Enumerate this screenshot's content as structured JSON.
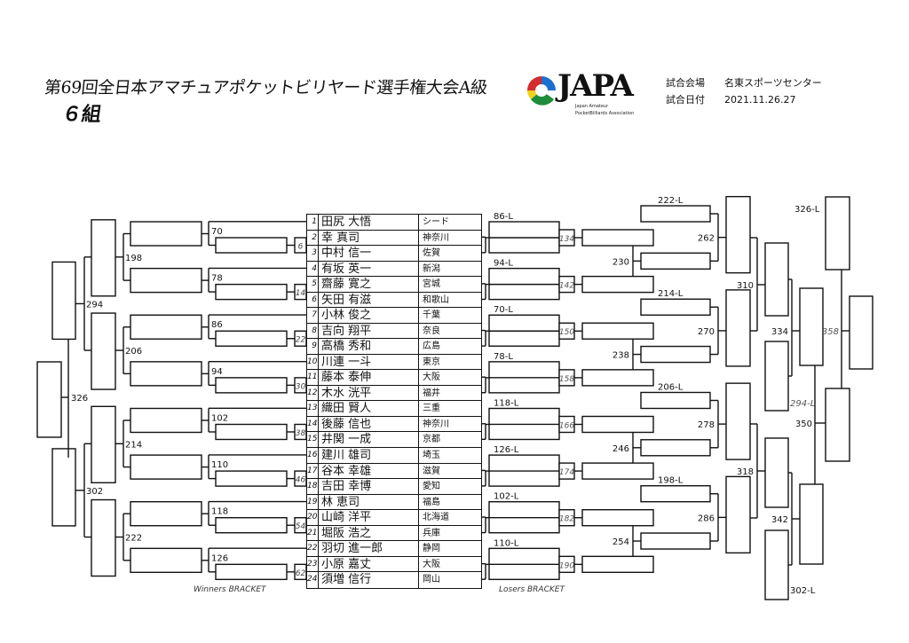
{
  "header": {
    "title": "第69回全日本アマチュアポケットビリヤード選手権大会A級",
    "group": "６組",
    "logo": {
      "name": "JAPA",
      "sub1": "Japan Amateur",
      "sub2": "PocketBilliards Association"
    },
    "venue_label": "試合会場",
    "venue": "名東スポーツセンター",
    "date_label": "試合日付",
    "date": "2021.11.26.27"
  },
  "players": [
    {
      "no": "1",
      "name": "田尻 大悟",
      "pref": "シード"
    },
    {
      "no": "2",
      "name": "幸 真司",
      "pref": "神奈川"
    },
    {
      "no": "3",
      "name": "中村 信一",
      "pref": "佐賀"
    },
    {
      "no": "4",
      "name": "有坂 英一",
      "pref": "新潟"
    },
    {
      "no": "5",
      "name": "齋藤 寛之",
      "pref": "宮城"
    },
    {
      "no": "6",
      "name": "矢田 有滋",
      "pref": "和歌山"
    },
    {
      "no": "7",
      "name": "小林 俊之",
      "pref": "千葉"
    },
    {
      "no": "8",
      "name": "吉向 翔平",
      "pref": "奈良"
    },
    {
      "no": "9",
      "name": "高橋 秀和",
      "pref": "広島"
    },
    {
      "no": "10",
      "name": "川連 一斗",
      "pref": "東京"
    },
    {
      "no": "11",
      "name": "藤本 泰伸",
      "pref": "大阪"
    },
    {
      "no": "12",
      "name": "木水 洸平",
      "pref": "福井"
    },
    {
      "no": "13",
      "name": "織田 賢人",
      "pref": "三重"
    },
    {
      "no": "14",
      "name": "後藤 信也",
      "pref": "神奈川"
    },
    {
      "no": "15",
      "name": "井関 一成",
      "pref": "京都"
    },
    {
      "no": "16",
      "name": "建川 雄司",
      "pref": "埼玉"
    },
    {
      "no": "17",
      "name": "谷本 幸雄",
      "pref": "滋賀"
    },
    {
      "no": "18",
      "name": "吉田 幸博",
      "pref": "愛知"
    },
    {
      "no": "19",
      "name": "林 恵司",
      "pref": "福島"
    },
    {
      "no": "20",
      "name": "山崎 洋平",
      "pref": "北海道"
    },
    {
      "no": "21",
      "name": "堀阪 浩之",
      "pref": "兵庫"
    },
    {
      "no": "22",
      "name": "羽切 進一郎",
      "pref": "静岡"
    },
    {
      "no": "23",
      "name": "小原 嘉丈",
      "pref": "大阪"
    },
    {
      "no": "24",
      "name": "須増 信行",
      "pref": "岡山"
    }
  ],
  "winners": {
    "groups": [
      {
        "first": "6",
        "second": "70"
      },
      {
        "first": "14",
        "second": "78"
      },
      {
        "first": "22",
        "second": "86"
      },
      {
        "first": "30",
        "second": "94"
      },
      {
        "first": "38",
        "second": "102"
      },
      {
        "first": "46",
        "second": "110"
      },
      {
        "first": "54",
        "second": "118"
      },
      {
        "first": "62",
        "second": "126"
      }
    ],
    "round2": [
      "198",
      "206",
      "214",
      "222"
    ],
    "round3": [
      "294",
      "302"
    ],
    "final": "326",
    "label": "Winners BRACKET"
  },
  "losers": {
    "groups": [
      {
        "drop": "86-L",
        "match": "134"
      },
      {
        "drop": "94-L",
        "match": "142"
      },
      {
        "drop": "70-L",
        "match": "150"
      },
      {
        "drop": "78-L",
        "match": "158"
      },
      {
        "drop": "118-L",
        "match": "166"
      },
      {
        "drop": "126-L",
        "match": "174"
      },
      {
        "drop": "102-L",
        "match": "182"
      },
      {
        "drop": "110-L",
        "match": "190"
      }
    ],
    "pairs": [
      {
        "match": "230",
        "drop": "222-L",
        "next": "262"
      },
      {
        "match": "238",
        "drop": "214-L",
        "next": "270"
      },
      {
        "match": "246",
        "drop": "206-L",
        "next": "278"
      },
      {
        "match": "254",
        "drop": "198-L",
        "next": "286"
      }
    ],
    "semis": [
      "310",
      "318"
    ],
    "drops2": [
      "294-L",
      "302-L"
    ],
    "quarters": [
      "334",
      "342"
    ],
    "m350": "350",
    "drop_final": "326-L",
    "final": "358",
    "label": "Losers BRACKET"
  }
}
